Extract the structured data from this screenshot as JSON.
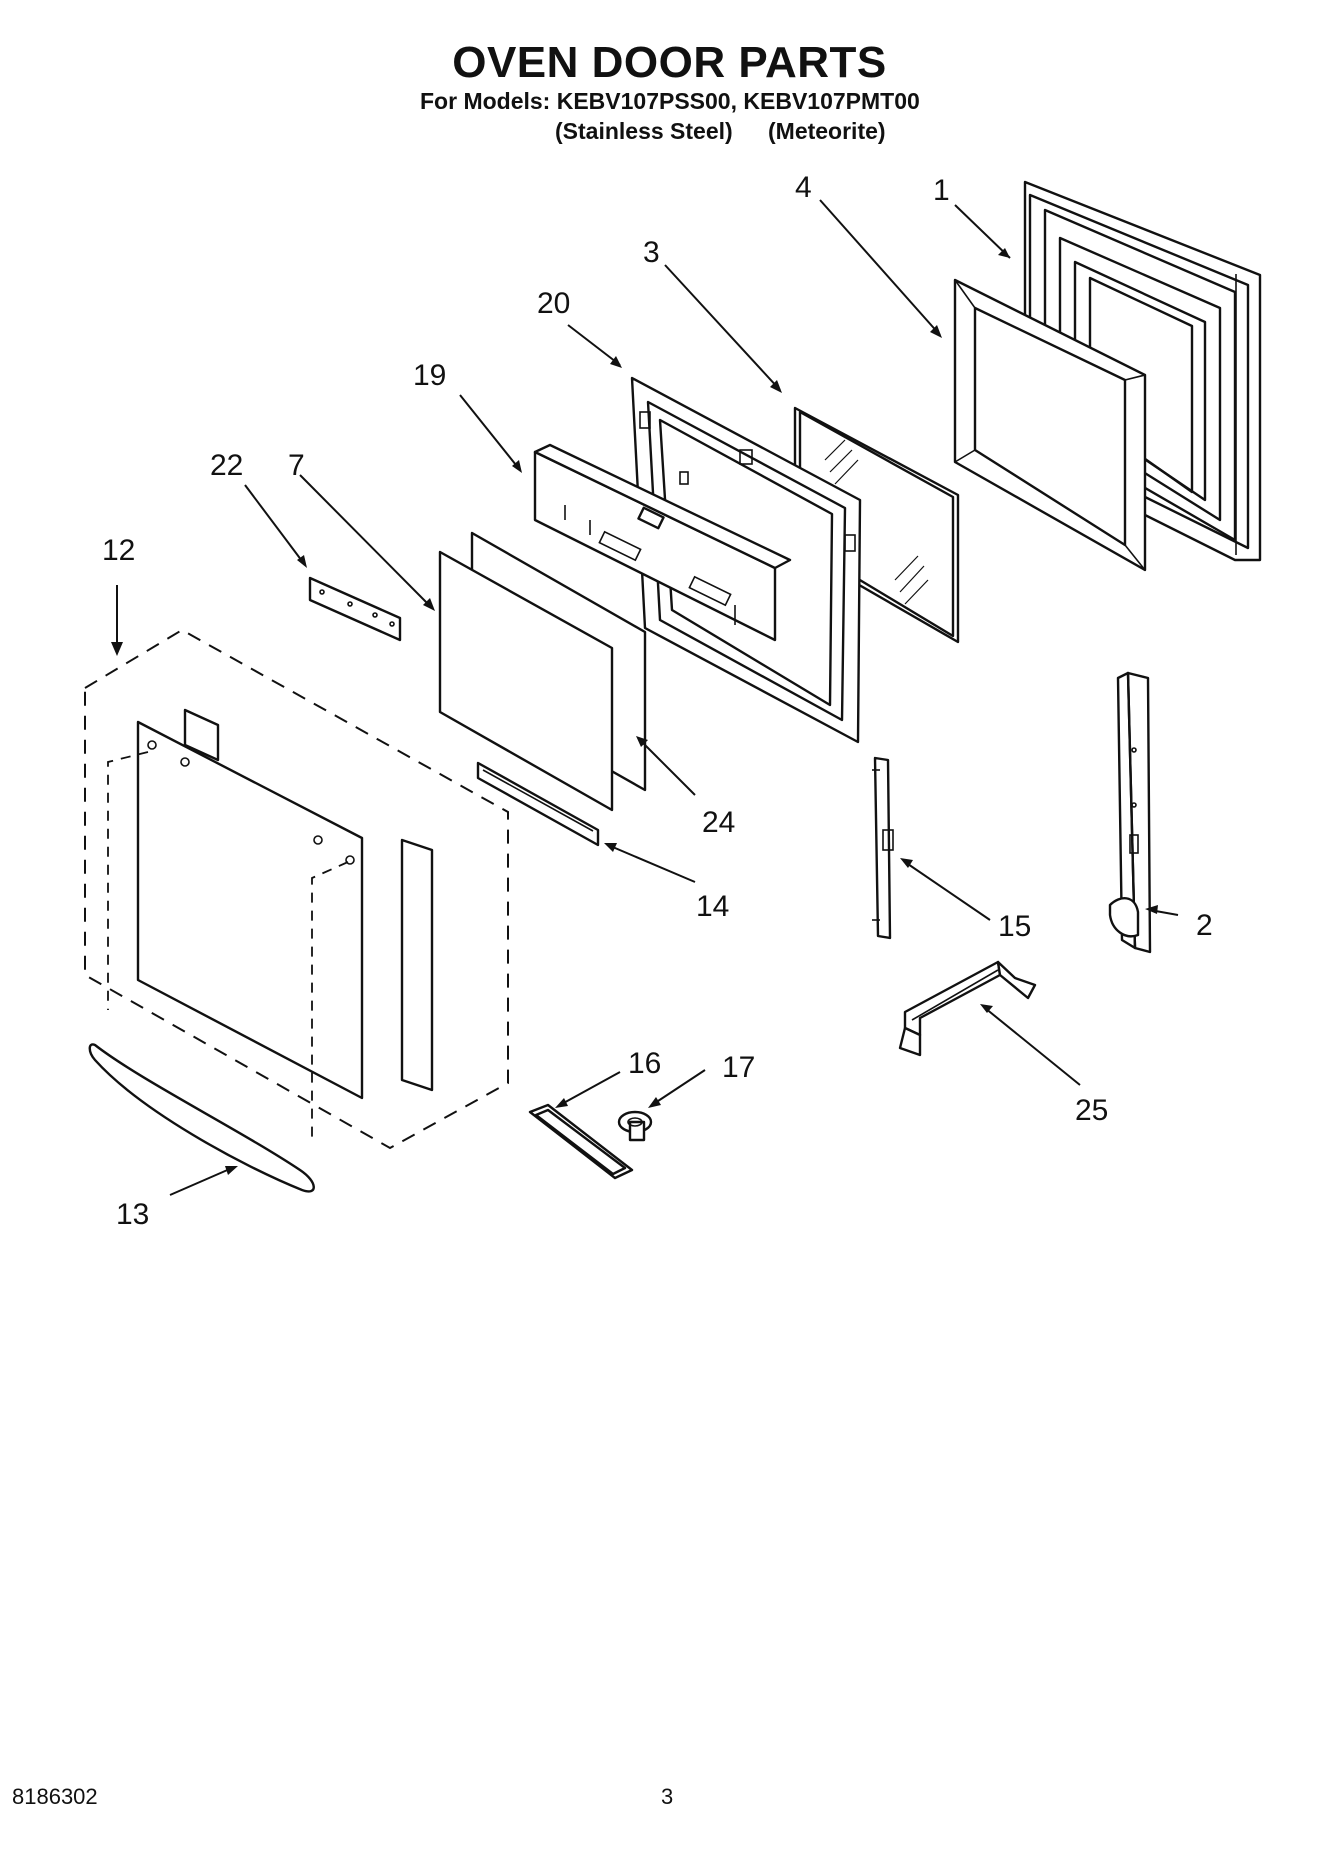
{
  "header": {
    "title": "OVEN DOOR PARTS",
    "models_line": "For Models: KEBV107PSS00, KEBV107PMT00",
    "variant_1": "(Stainless Steel)",
    "variant_2": "(Meteorite)"
  },
  "callouts": [
    "1",
    "2",
    "3",
    "4",
    "7",
    "12",
    "13",
    "14",
    "15",
    "16",
    "17",
    "19",
    "20",
    "22",
    "24",
    "25"
  ],
  "footer": {
    "document_number": "8186302",
    "page_number": "3"
  }
}
